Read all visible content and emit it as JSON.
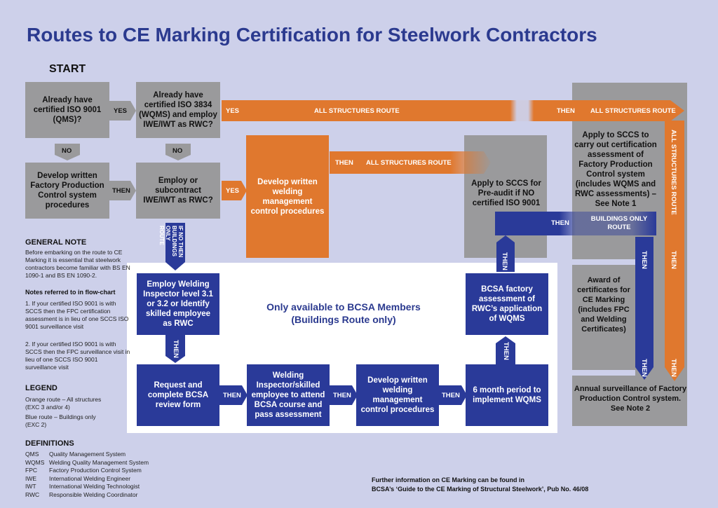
{
  "title": "Routes to CE Marking Certification  for Steelwork Contractors",
  "start": "START",
  "boxes": {
    "iso9001": "Already have certified ISO 9001 (QMS)?",
    "iso3834": "Already have certified ISO 3834 (WQMS) and employ IWE/IWT as RWC?",
    "develop_fpc": "Develop written Factory Production Control system procedures",
    "employ_rwc": "Employ or subcontract IWE/IWT as RWC?",
    "develop_wmc": "Develop written welding management control procedures",
    "preaudit": "Apply to SCCS for Pre-audit if NO certified ISO 9001",
    "apply_sccs": "Apply to SCCS to carry out certification assessment of Factory Production Control system (includes WQMS and RWC assessments) – See Note 1",
    "award": "Award of certificates for CE Marking (includes FPC and Welding Certificates)",
    "annual": "Annual surveillance of  Factory Production Control system. See Note 2",
    "employ_inspector": "Employ Welding Inspector level 3.1 or 3.2 or Identify skilled employee as RWC",
    "request_review": "Request and complete BCSA review form",
    "attend_course": "Welding Inspector/skilled employee to attend BCSA course and pass assessment",
    "develop_written": "Develop written welding management control procedures",
    "six_month": "6 month period to implement WQMS",
    "bcsa_factory": "BCSA factory assessment of RWC’s application of WQMS"
  },
  "labels": {
    "yes": "YES",
    "no": "NO",
    "then": "THEN",
    "all_structures_route": "ALL STRUCTURES ROUTE",
    "buildings_only_route": "BUILDINGS ONLY ROUTE",
    "if_no_then": "IF NO THEN BUILDINGS ONLY ROUTE"
  },
  "bcsa_members_title": "Only available to BCSA Members",
  "bcsa_members_subtitle": "(Buildings Route only)",
  "general_note": {
    "heading": "GENERAL NOTE",
    "text": "Before embarking on the route to CE Marking it is essential that steelwork contractors become familiar with BS EN 1090-1 and BS EN 1090-2.",
    "notes_heading": "Notes referred to in flow-chart",
    "notes": [
      "1. If your certified ISO 9001 is with SCCS then the FPC certification assessment is in lieu of one SCCS ISO 9001 surveillance visit",
      "2. If your certified ISO 9001 is with SCCS then the FPC surveillance visit in lieu of one SCCS ISO 9001 surveillance visit"
    ]
  },
  "legend": {
    "heading": "LEGEND",
    "orange": "Orange route – All structures (EXC 3 and/or 4)",
    "blue": "Blue route – Buildings only (EXC 2)"
  },
  "definitions": {
    "heading": "DEFINITIONS",
    "items": [
      {
        "abbr": "QMS",
        "text": "Quality Management System"
      },
      {
        "abbr": "WQMS",
        "text": "Welding Quality Management  System"
      },
      {
        "abbr": "FPC",
        "text": "Factory Production Control System"
      },
      {
        "abbr": "IWE",
        "text": "International Welding Engineer"
      },
      {
        "abbr": "IWT",
        "text": "International Welding Technologist"
      },
      {
        "abbr": "RWC",
        "text": "Responsible Welding Coordinator"
      }
    ]
  },
  "footer": {
    "line1": "Further information on CE Marking can be found in",
    "line2": "BCSA’s ‘Guide to the CE Marking of Structural Steelwork’, Pub No. 46/08"
  },
  "colors": {
    "orange": "#e0782e",
    "blue": "#2a3a99",
    "grey": "#9a9a9c",
    "title": "#2b3a8f",
    "background": "#cdd0ea"
  }
}
